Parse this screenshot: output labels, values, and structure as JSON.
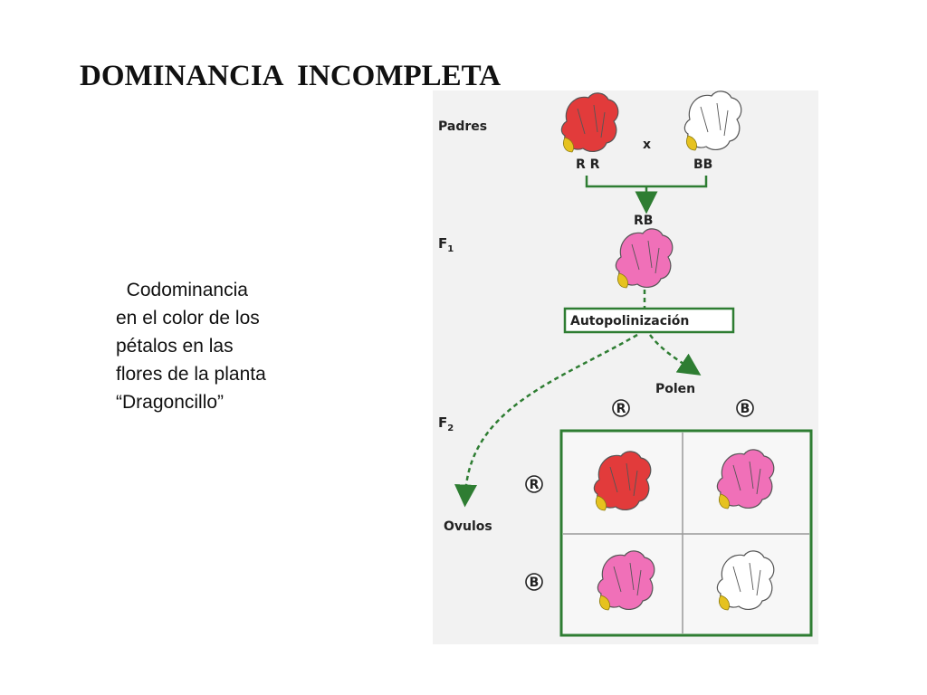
{
  "title": "DOMINANCIA  INCOMPLETA",
  "caption": {
    "lines": [
      "  Codominancia",
      "en el color de los",
      "pétalos en las",
      "flores de la planta",
      "“Dragoncillo”"
    ]
  },
  "diagram": {
    "labels": {
      "parents": "Padres",
      "cross": "x",
      "genotype_red": "R R",
      "genotype_white": "BB",
      "f1_letter": "F",
      "f1_sub": "1",
      "f1_genotype": "RB",
      "self_pollination": "Autopolinización",
      "pollen": "Polen",
      "f2_letter": "F",
      "f2_sub": "2",
      "ovules": "Ovulos",
      "allele_r": "R",
      "allele_b": "B"
    },
    "colors": {
      "red_flower": "#e23b3b",
      "pink_flower": "#f070b8",
      "white_flower": "#ffffff",
      "arrow_green": "#2e7d32",
      "grid_green": "#2e7d32"
    },
    "punnett": [
      [
        "red",
        "pink"
      ],
      [
        "pink",
        "white"
      ]
    ]
  }
}
